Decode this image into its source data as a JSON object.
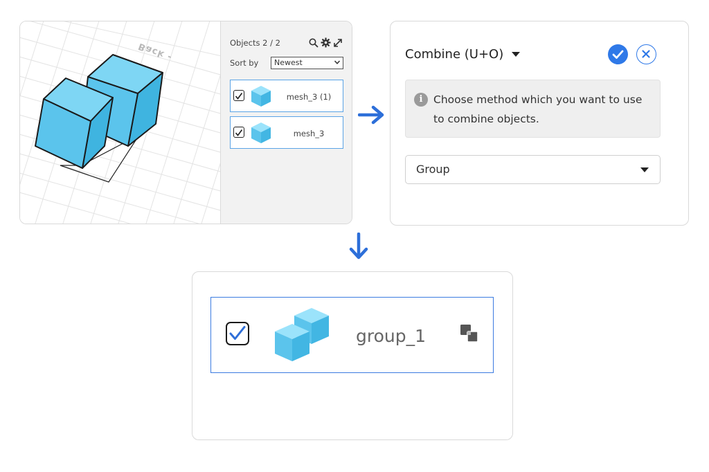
{
  "viewport": {
    "grid_label": "Back -"
  },
  "objects_panel": {
    "title": "Objects 2 / 2",
    "icons": [
      "search-icon",
      "gear-icon",
      "expand-icon"
    ],
    "sort_label": "Sort by",
    "sort_value": "Newest",
    "items": [
      {
        "name": "mesh_3 (1)",
        "checked": true
      },
      {
        "name": "mesh_3",
        "checked": true
      }
    ]
  },
  "combine_dialog": {
    "title": "Combine (U+O)",
    "info_text": "Choose method which you want to use to combine objects.",
    "method_value": "Group"
  },
  "result": {
    "name": "group_1",
    "checked": true,
    "icon": "group-icon"
  },
  "colors": {
    "accent": "#2f79e8",
    "arrow": "#2d6fd9",
    "cube": "#5bc4ec",
    "selection_border": "#5aa3e6"
  }
}
